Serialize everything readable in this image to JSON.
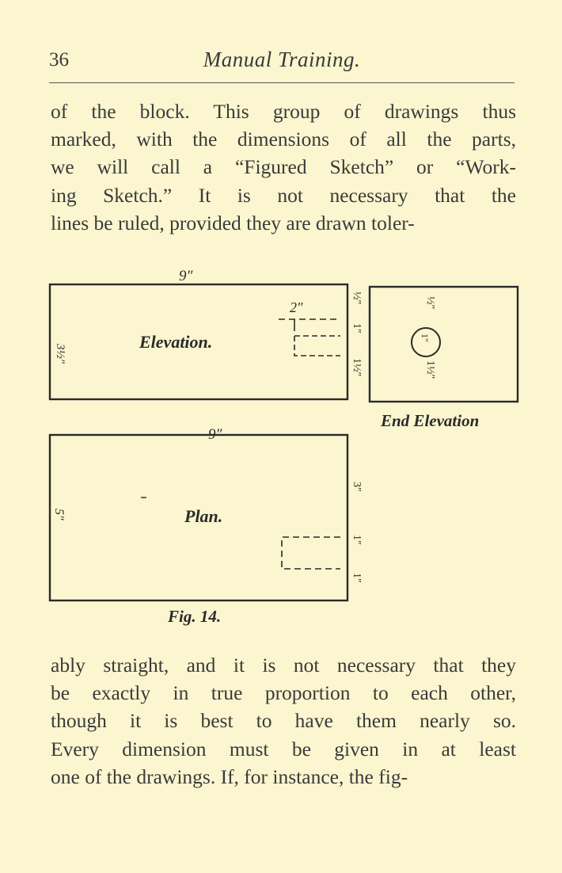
{
  "header": {
    "page_number": "36",
    "running_title": "Manual Training."
  },
  "paragraph_top": [
    "of the block. This group of drawings thus",
    "marked, with the dimensions of all the parts,",
    "we will call a “Figured Sketch” or “Work-",
    "ing Sketch.” It is not necessary that the",
    "lines be ruled, provided they are drawn toler-"
  ],
  "figure": {
    "elevation_label": "Elevation.",
    "end_elevation_label": "End Elevation",
    "plan_label": "Plan.",
    "caption": "Fig. 14.",
    "dims": {
      "elevation_width": "9″",
      "elevation_height": "3½″",
      "elevation_notch_width": "2″",
      "elevation_right_top": "½″",
      "elevation_right_mid": "1″",
      "elevation_right_bottom": "1½″",
      "end_top": "½″",
      "end_mid": "1″",
      "end_bottom": "1½″",
      "plan_width": "9″",
      "plan_height": "5″",
      "plan_right_top": "3″",
      "plan_right_mid": "1″",
      "plan_right_bottom": "1″"
    }
  },
  "paragraph_bottom": [
    "ably straight, and it is not necessary that they",
    "be exactly in true proportion to each other,",
    "though it is best to have them nearly so.",
    "Every dimension must be given in at least",
    "one of the drawings. If, for instance, the fig-"
  ]
}
